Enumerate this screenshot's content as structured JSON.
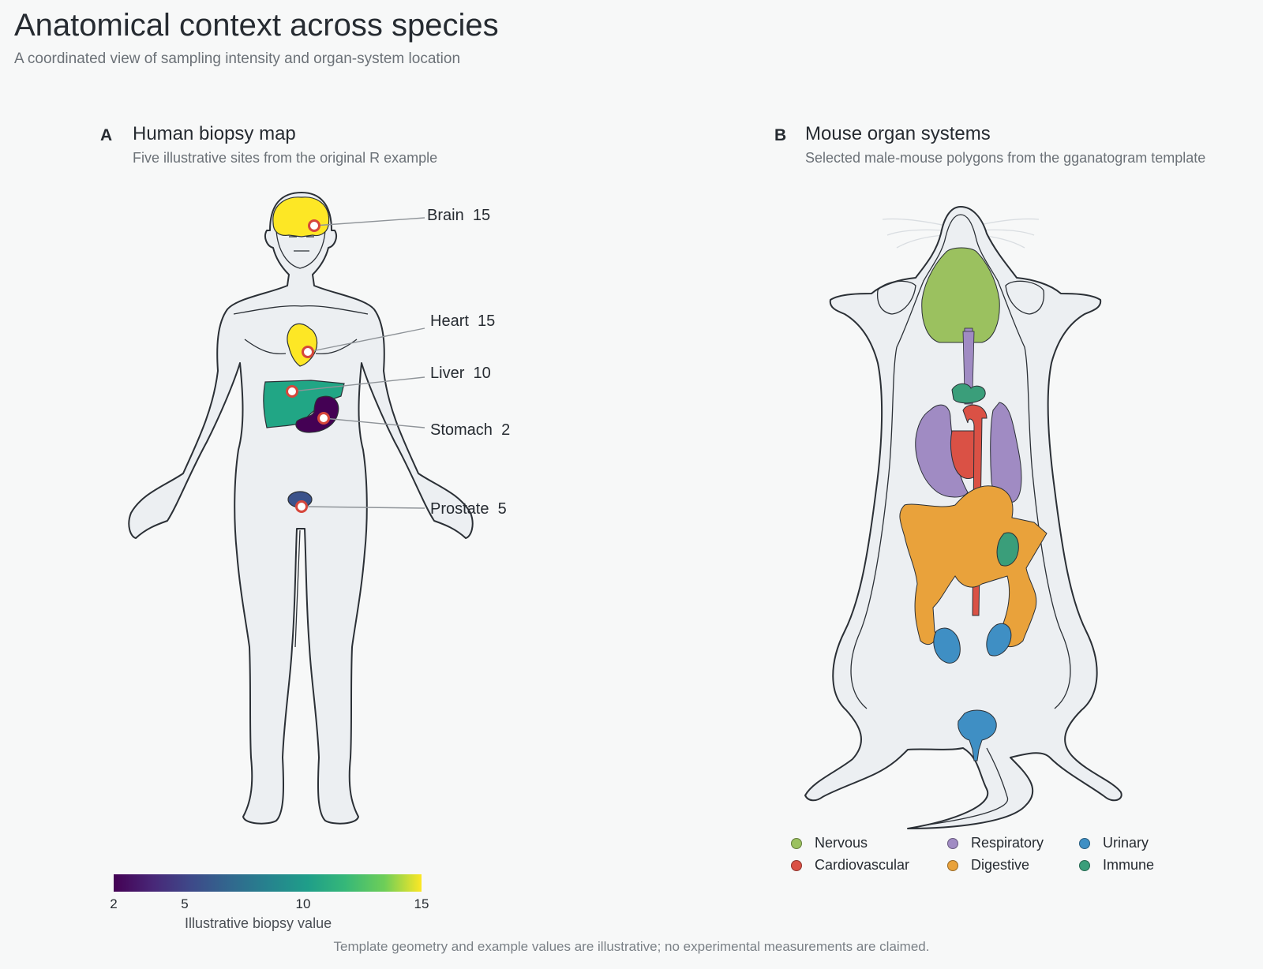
{
  "title": "Anatomical context across species",
  "subtitle": "A coordinated view of sampling intensity and organ-system location",
  "panel_a": {
    "letter": "A",
    "title": "Human biopsy map",
    "subtitle": "Five illustrative sites from the original R example",
    "sites": [
      {
        "name": "Brain",
        "value": "15",
        "color": "#fde725"
      },
      {
        "name": "Heart",
        "value": "15",
        "color": "#fde725"
      },
      {
        "name": "Liver",
        "value": "10",
        "color": "#21a685"
      },
      {
        "name": "Stomach",
        "value": "2",
        "color": "#440154"
      },
      {
        "name": "Prostate",
        "value": "5",
        "color": "#3b528b"
      }
    ],
    "colorbar": {
      "title": "Illustrative biopsy value",
      "ticks": [
        "2",
        "5",
        "10",
        "15"
      ],
      "min": 2,
      "max": 15
    }
  },
  "panel_b": {
    "letter": "B",
    "title": "Mouse organ systems",
    "subtitle": "Selected male-mouse polygons from the gganatogram template",
    "legend": [
      {
        "label": "Nervous",
        "color": "#9bc15f"
      },
      {
        "label": "Respiratory",
        "color": "#a08bc3"
      },
      {
        "label": "Urinary",
        "color": "#3f8fc4"
      },
      {
        "label": "Cardiovascular",
        "color": "#da5145"
      },
      {
        "label": "Digestive",
        "color": "#e9a23b"
      },
      {
        "label": "Immune",
        "color": "#3a9e7a"
      }
    ]
  },
  "footer": "Template geometry and example values are illustrative; no experimental measurements are claimed."
}
